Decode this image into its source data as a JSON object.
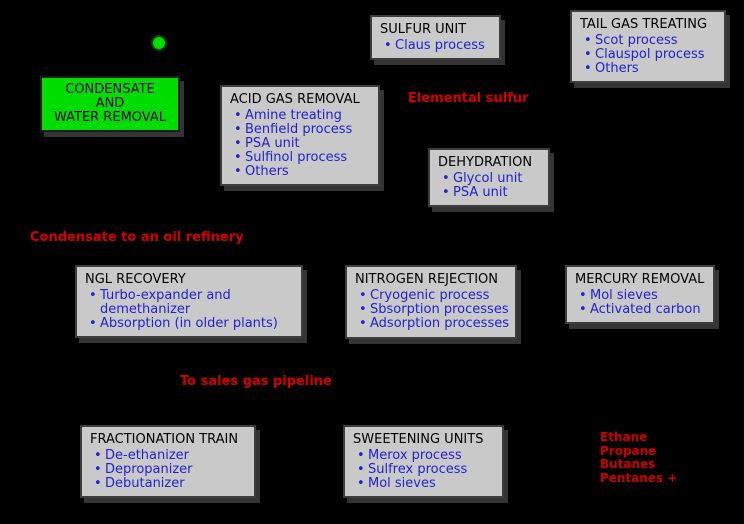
{
  "colors": {
    "background": "#000000",
    "box_fill": "#c9c9c9",
    "box_border": "#3d3d3d",
    "title_text": "#000000",
    "bullet_text": "#2222cc",
    "stream_label_text": "#d40000",
    "highlight_green": "#00dd00"
  },
  "nodes": {
    "condensate_water_removal": {
      "title": "CONDENSATE\nAND\nWATER REMOVAL"
    },
    "acid_gas_removal": {
      "title": "ACID GAS REMOVAL",
      "items": [
        "Amine treating",
        "Benfield process",
        "PSA unit",
        "Sulfinol process",
        "Others"
      ]
    },
    "sulfur_unit": {
      "title": "SULFUR UNIT",
      "items": [
        "Claus process"
      ]
    },
    "tail_gas_treating": {
      "title": "TAIL GAS TREATING",
      "items": [
        "Scot process",
        "Clauspol process",
        "Others"
      ]
    },
    "dehydration": {
      "title": "DEHYDRATION",
      "items": [
        "Glycol unit",
        "PSA unit"
      ]
    },
    "ngl_recovery": {
      "title": "NGL RECOVERY",
      "items": [
        "Turbo-expander and demethanizer",
        "Absorption (in older plants)"
      ]
    },
    "nitrogen_rejection": {
      "title": "NITROGEN REJECTION",
      "items": [
        "Cryogenic process",
        "Sbsorption processes",
        "Adsorption processes"
      ]
    },
    "mercury_removal": {
      "title": "MERCURY REMOVAL",
      "items": [
        "Mol sieves",
        "Activated carbon"
      ]
    },
    "fractionation_train": {
      "title": "FRACTIONATION TRAIN",
      "items": [
        "De-ethanizer",
        "Depropanizer",
        "Debutanizer"
      ]
    },
    "sweetening_units": {
      "title": "SWEETENING UNITS",
      "items": [
        "Merox process",
        "Sulfrex process",
        "Mol sieves"
      ]
    }
  },
  "labels": {
    "elemental_sulfur": "Elemental sulfur",
    "condensate_to_refinery": "Condensate to an oil refinery",
    "sales_gas_pipeline": "To sales gas pipeline",
    "products": [
      "Ethane",
      "Propane",
      "Butanes",
      "Pentanes +"
    ]
  }
}
